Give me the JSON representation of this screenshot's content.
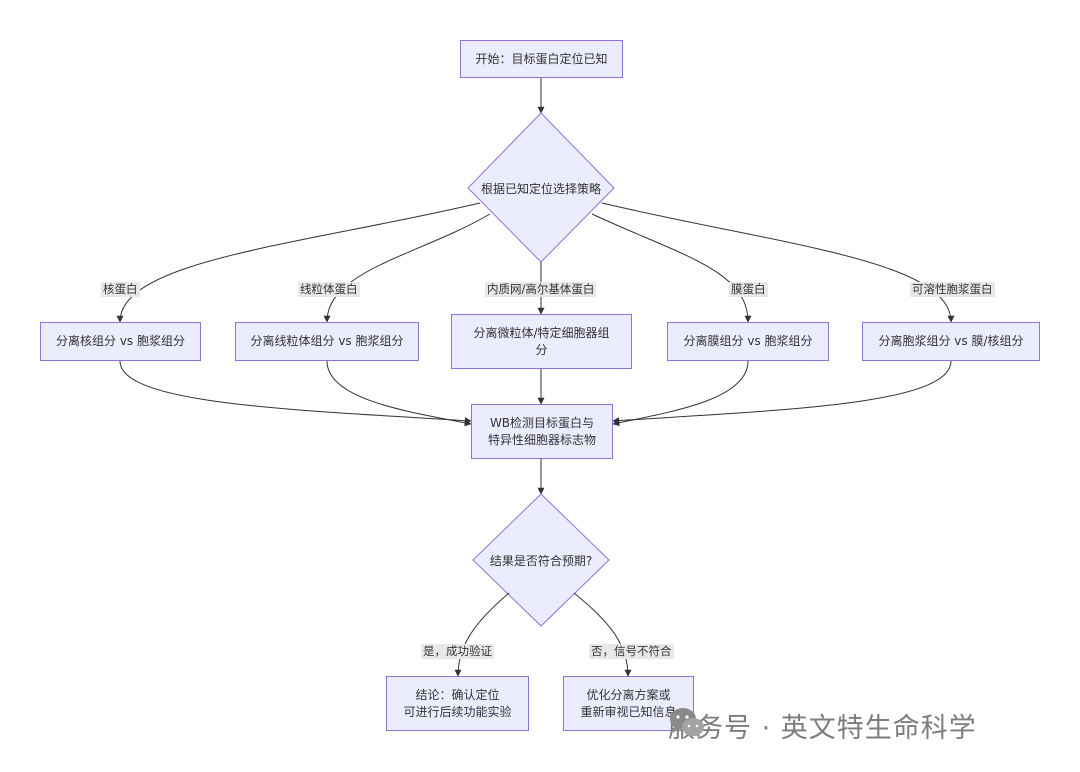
{
  "start": "开始：目标蛋白定位已知",
  "decision1": "根据已知定位选择策略",
  "branches": [
    {
      "edge": "核蛋白",
      "box": "分离核组分 vs 胞浆组分"
    },
    {
      "edge": "线粒体蛋白",
      "box": "分离线粒体组分 vs 胞浆组分"
    },
    {
      "edge": "内质网/高尔基体蛋白",
      "box": "分离微粒体/特定细胞器组\n分"
    },
    {
      "edge": "膜蛋白",
      "box": "分离膜组分 vs 胞浆组分"
    },
    {
      "edge": "可溶性胞浆蛋白",
      "box": "分离胞浆组分 vs 膜/核组分"
    }
  ],
  "detect": "WB检测目标蛋白与\n特异性细胞器标志物",
  "decision2": "结果是否符合预期?",
  "outcomes": [
    {
      "edge": "是，成功验证",
      "box": "结论：确认定位\n可进行后续功能实验"
    },
    {
      "edge": "否，信号不符合",
      "box": "优化分离方案或\n重新审视已知信息"
    }
  ],
  "watermark": "服务号 · 英文特生命科学",
  "colors": {
    "node_fill": "#ECECFF",
    "node_stroke": "#9370DB",
    "edge": "#333333",
    "edge_label_bg": "#e8e8e8"
  }
}
